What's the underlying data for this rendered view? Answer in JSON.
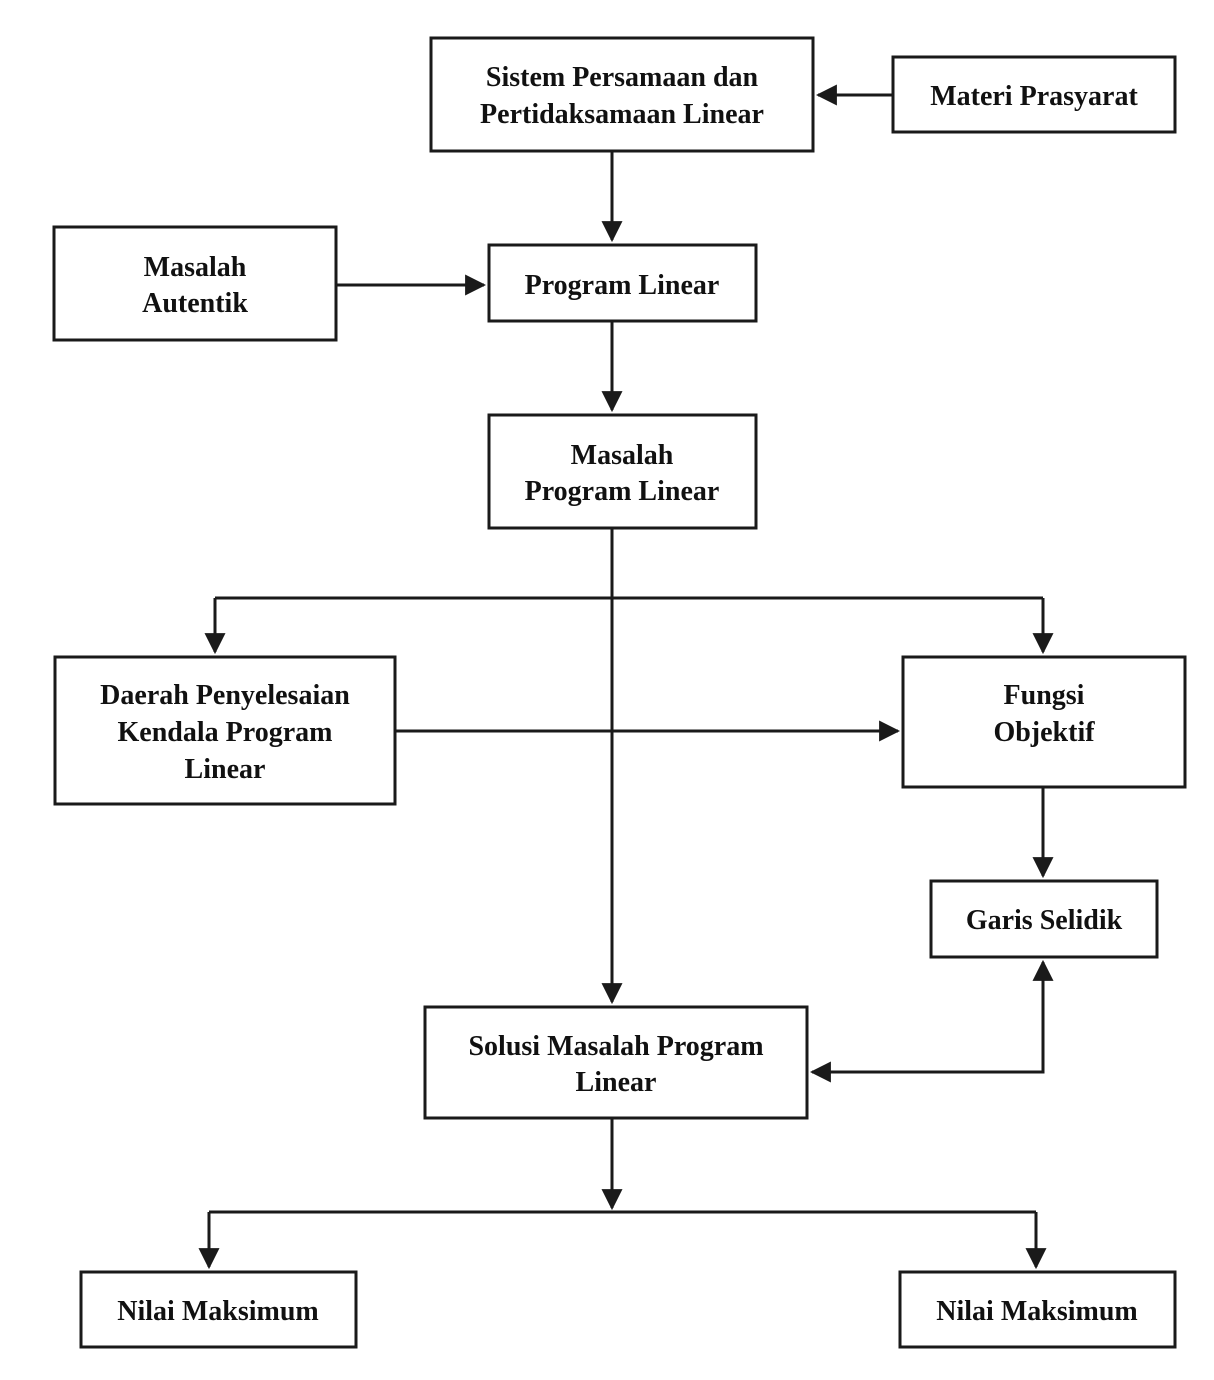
{
  "nodes": {
    "sistem": {
      "lines": [
        "Sistem Persamaan dan",
        "Pertidaksamaan Linear"
      ]
    },
    "materi": {
      "lines": [
        "Materi Prasyarat"
      ]
    },
    "masalah_autentik": {
      "lines": [
        "Masalah",
        "Autentik"
      ]
    },
    "program_linear": {
      "lines": [
        "Program Linear"
      ]
    },
    "masalah_pl": {
      "lines": [
        "Masalah",
        "Program Linear"
      ]
    },
    "daerah": {
      "lines": [
        "Daerah Penyelesaian",
        "Kendala Program",
        "Linear"
      ]
    },
    "fungsi": {
      "lines": [
        "Fungsi",
        "Objektif"
      ]
    },
    "garis": {
      "lines": [
        "Garis Selidik"
      ]
    },
    "solusi": {
      "lines": [
        "Solusi Masalah Program",
        "Linear"
      ]
    },
    "nilai_kiri": {
      "lines": [
        "Nilai Maksimum"
      ]
    },
    "nilai_kanan": {
      "lines": [
        "Nilai Maksimum"
      ]
    }
  },
  "edges": [
    {
      "from": "materi",
      "to": "sistem"
    },
    {
      "from": "sistem",
      "to": "program_linear"
    },
    {
      "from": "masalah_autentik",
      "to": "program_linear"
    },
    {
      "from": "program_linear",
      "to": "masalah_pl"
    },
    {
      "from": "masalah_pl",
      "to": "daerah"
    },
    {
      "from": "masalah_pl",
      "to": "fungsi"
    },
    {
      "from": "masalah_pl",
      "to": "solusi"
    },
    {
      "from": "daerah",
      "to": "fungsi"
    },
    {
      "from": "fungsi",
      "to": "garis"
    },
    {
      "from": "garis",
      "to": "solusi",
      "bidirectional": true
    },
    {
      "from": "solusi",
      "to": "nilai_kiri"
    },
    {
      "from": "solusi",
      "to": "nilai_kanan"
    }
  ],
  "colors": {
    "stroke": "#1a1a1a",
    "text": "#111111",
    "background": "#ffffff"
  }
}
